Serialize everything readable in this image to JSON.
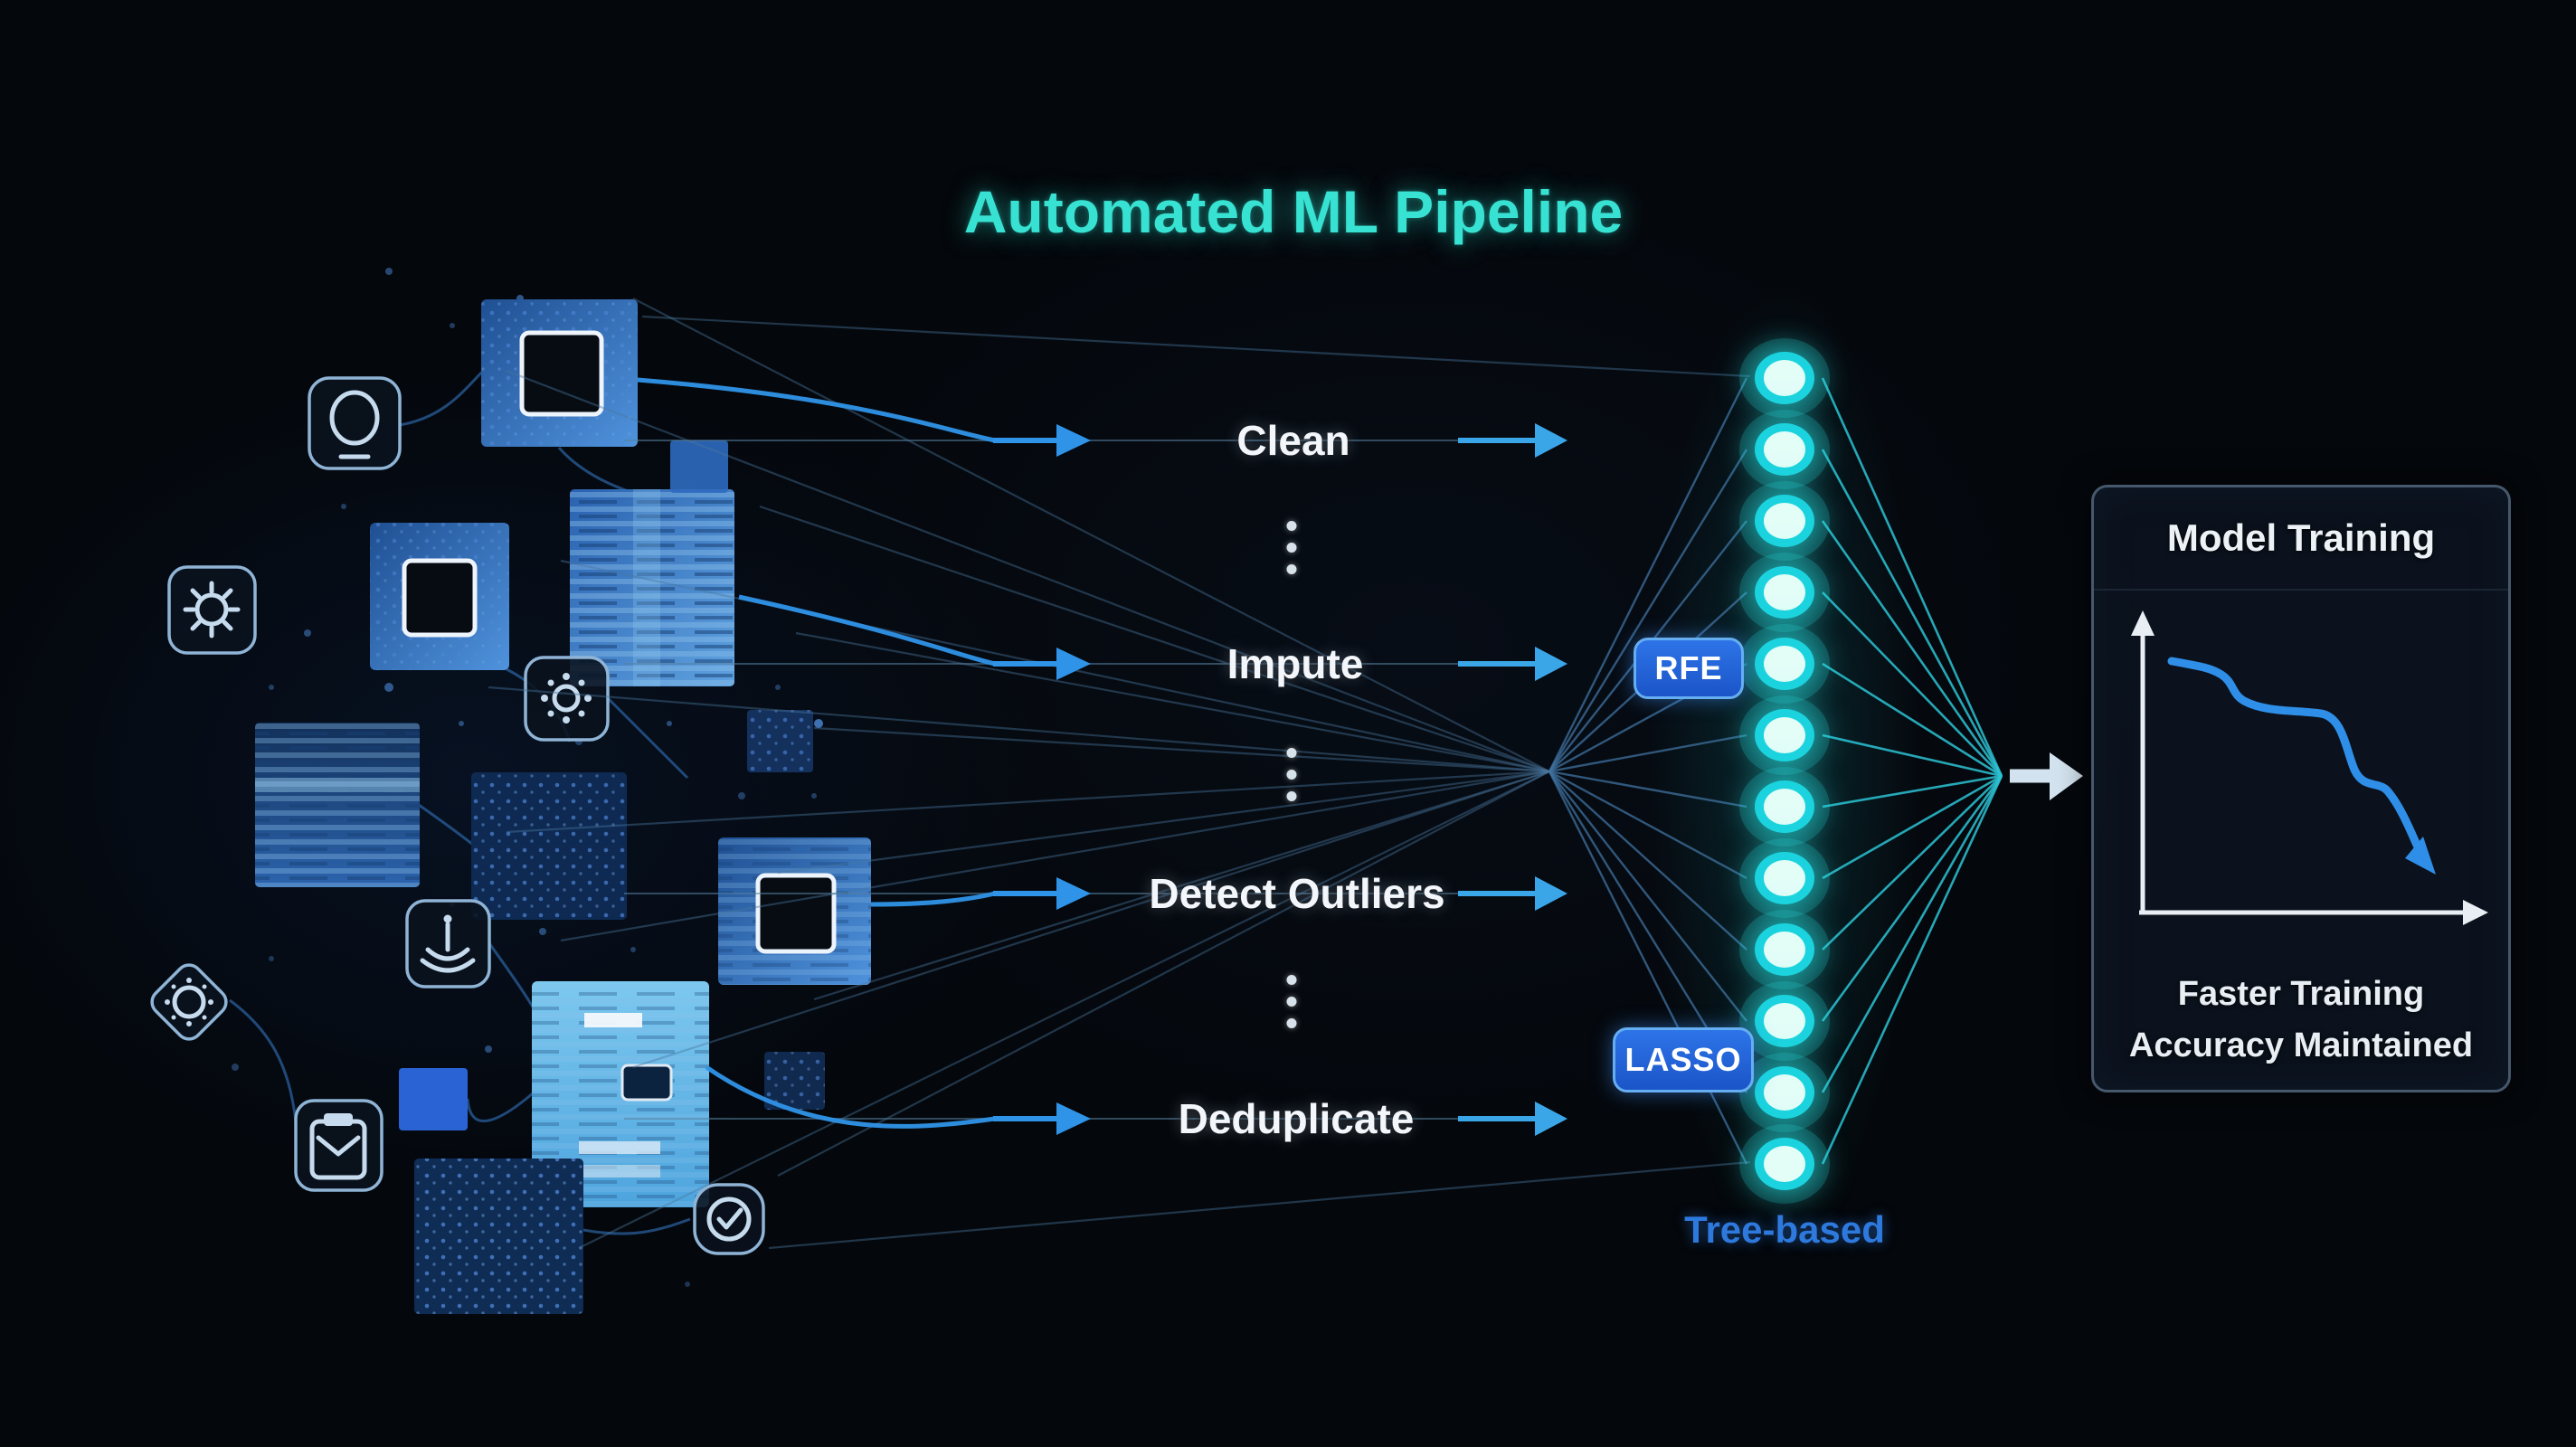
{
  "title": {
    "text": "Automated ML Pipeline"
  },
  "pipeline_steps": [
    {
      "label": "Clean"
    },
    {
      "label": "Impute"
    },
    {
      "label": "Detect Outliers"
    },
    {
      "label": "Deduplicate"
    }
  ],
  "feature_selection": {
    "badge_rfe": "RFE",
    "badge_lasso": "LASSO",
    "column_label": "Tree-based"
  },
  "network": {
    "node_count": 12
  },
  "output_panel": {
    "title": "Model Training",
    "caption_line1": "Faster Training",
    "caption_line2": "Accuracy Maintained",
    "chart": {
      "type": "line",
      "trend": "decreasing"
    }
  },
  "colors": {
    "background": "#05080d",
    "title_accent": "#38e2d2",
    "node_glow": "#22dce8",
    "arrow_blue": "#2f93e8",
    "badge_fill": "#1d5ed2",
    "badge_border": "#66aef2",
    "tree_based_text": "#2e79dd",
    "panel_border": "#46586c",
    "label_text": "#f3f6fa"
  },
  "cluster_icons": [
    "monitor-icon",
    "gear-icon",
    "sun-icon",
    "inbox-icon",
    "compass-icon",
    "clipboard-icon",
    "check-badge-icon"
  ]
}
